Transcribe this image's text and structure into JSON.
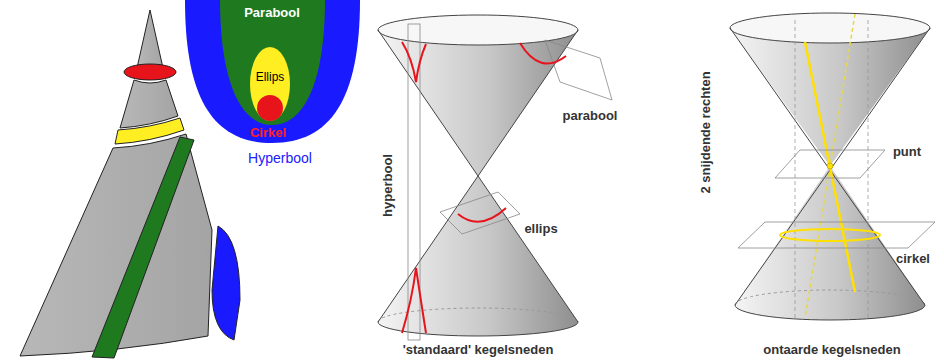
{
  "diagram": {
    "labels": [
      "Parabool",
      "Ellips",
      "Cirkel",
      "Hyperbool",
      "hyperbool",
      "parabool",
      "ellips",
      "'standaard' kegelsneden",
      "2 snijdende rechten",
      "punt",
      "cirkel",
      "ontaarde kegelsneden"
    ]
  }
}
